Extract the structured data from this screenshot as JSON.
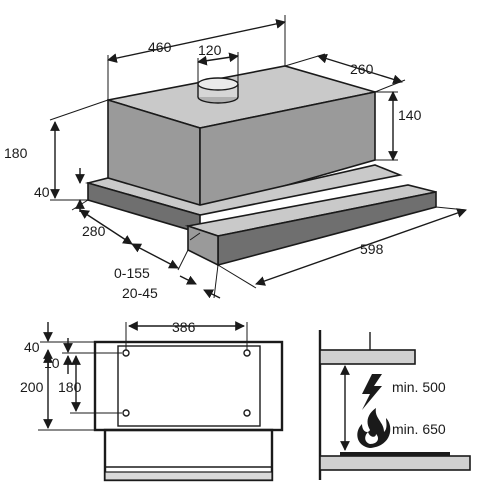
{
  "top_view": {
    "dimensions": {
      "width_total": "460",
      "duct": "120",
      "depth": "260",
      "body_height": "140",
      "total_height": "180",
      "base_height": "40",
      "base_depth": "280",
      "drawer_travel": "0-155",
      "drawer_front": "20-45",
      "drawer_width": "598"
    }
  },
  "mounting_view": {
    "dimensions": {
      "hole_spacing_width": "386",
      "top_offset": "40",
      "hole_offset": "10",
      "outer_height": "200",
      "hole_spacing_height": "180"
    }
  },
  "side_view": {
    "electric_clearance": "min. 500",
    "gas_clearance": "min. 650",
    "electric_icon": "lightning-bolt-icon",
    "gas_icon": "flame-icon"
  }
}
